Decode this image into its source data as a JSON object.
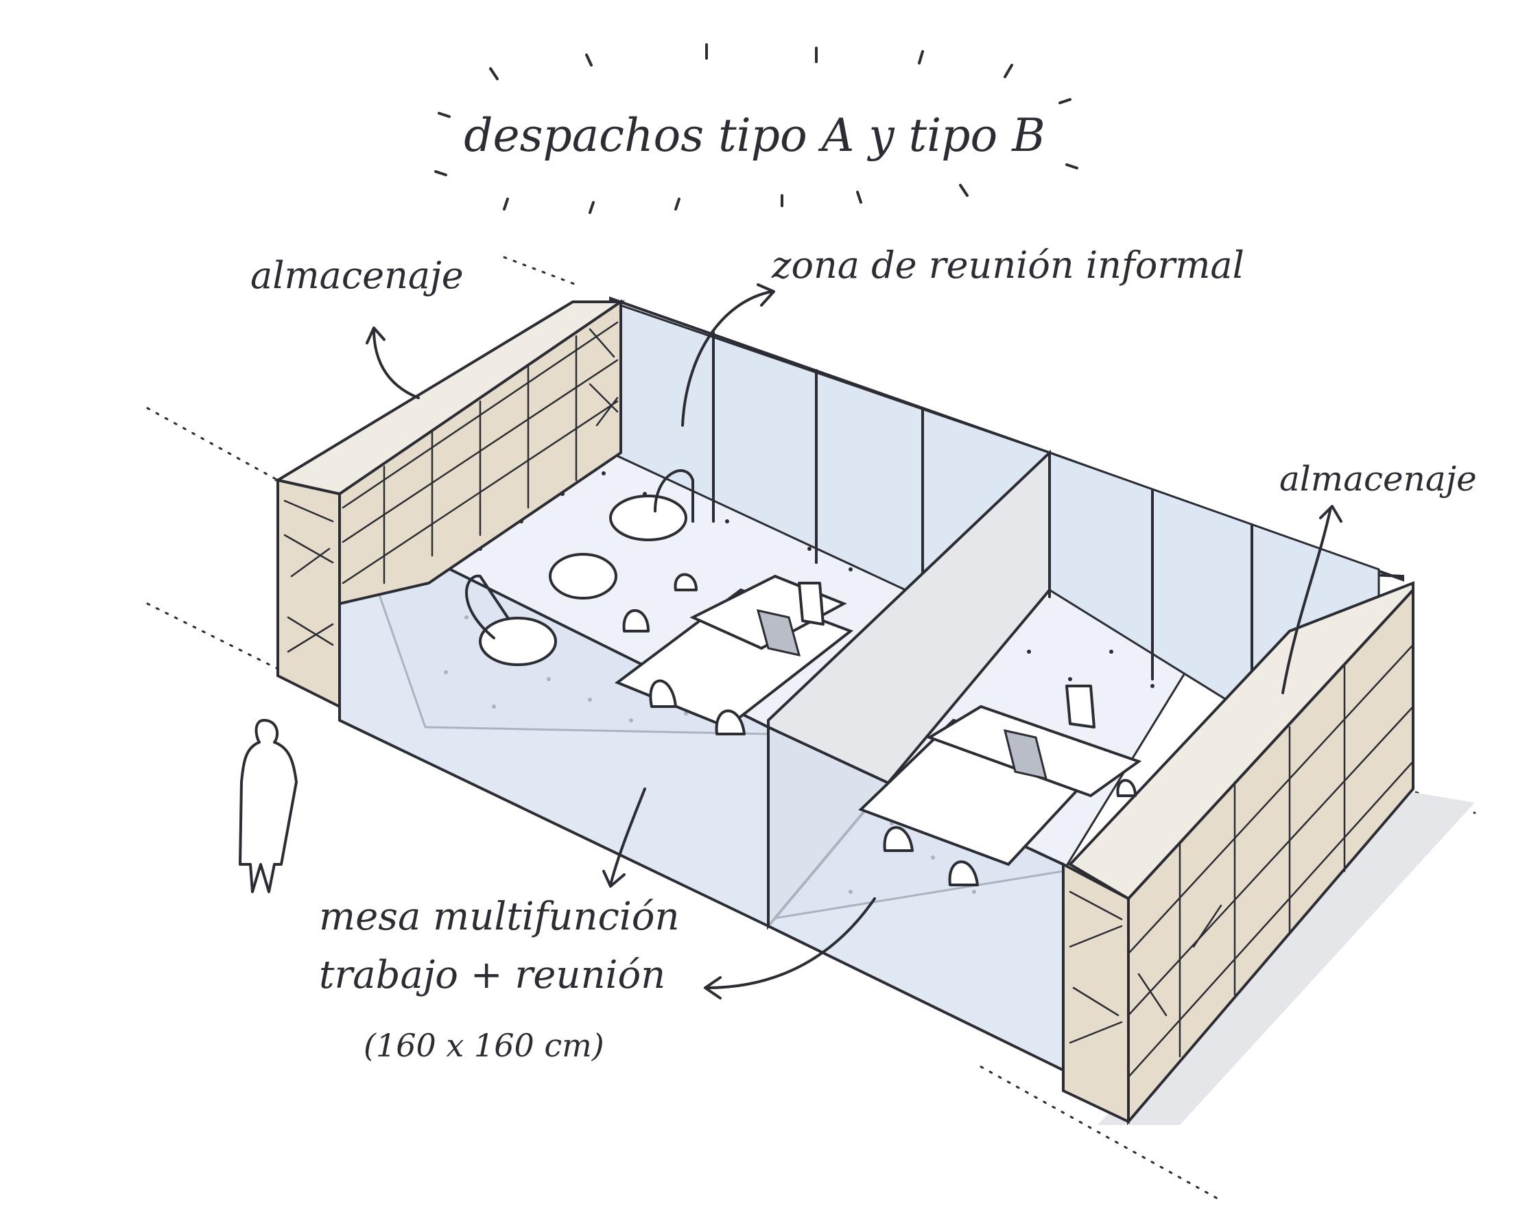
{
  "title": "despachos tipo A y tipo B",
  "labels": {
    "storage_left": "almacenaje",
    "meeting_zone": "zona de reunión informal",
    "storage_right": "almacenaje",
    "table_line1": "mesa multifunción",
    "table_line2": "trabajo + reunión",
    "table_size": "(160 x 160 cm)"
  },
  "colors": {
    "ink": "#2c2c34",
    "glass": "#dde6f3",
    "floor": "#eef1f7",
    "wood": "#e6dccb",
    "wall": "#e6e7ea",
    "shadow": "#e4e6ea"
  }
}
